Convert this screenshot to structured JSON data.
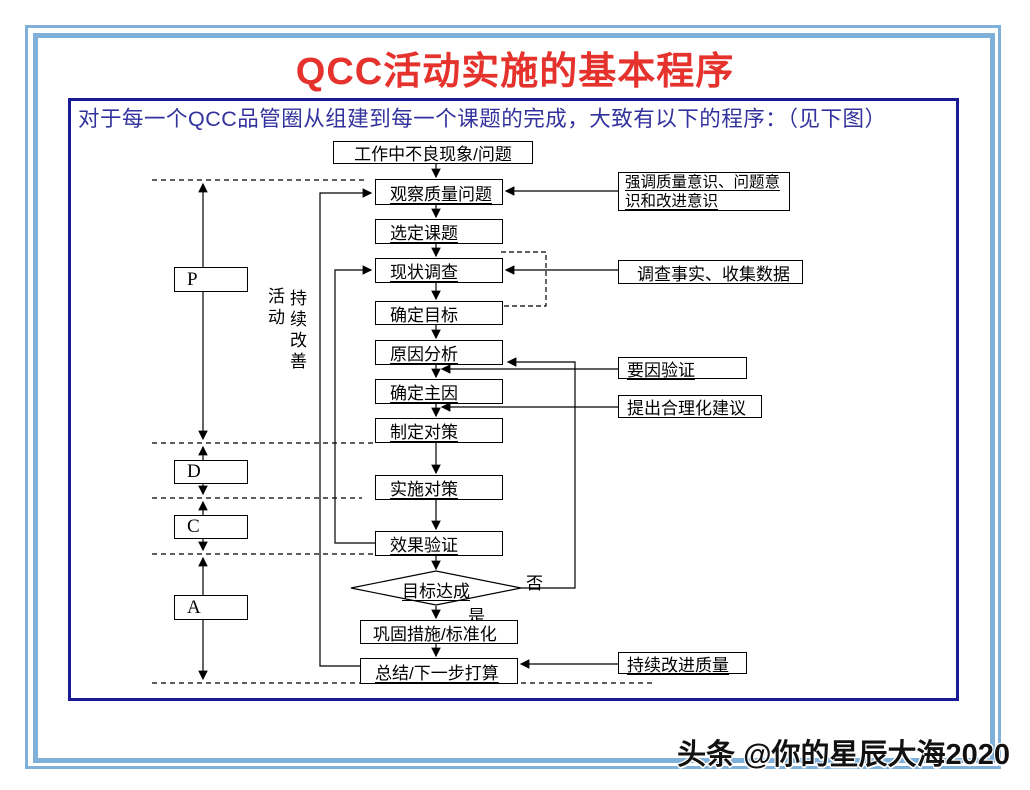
{
  "slide": {
    "title": "QCC活动实施的基本程序",
    "intro": "对于每一个QCC品管圈从组建到每一个课题的完成，大致有以下的程序：（见下图）",
    "watermark": "头条 @你的星辰大海2020"
  },
  "flow": {
    "start": "工作中不良现象/问题",
    "steps": [
      "观察质量问题",
      "选定课题",
      "现状调查",
      "确定目标",
      "原因分析",
      "确定主因",
      "制定对策",
      "实施对策",
      "效果验证"
    ],
    "decision": {
      "label": "目标达成",
      "yes": "是",
      "no": "否"
    },
    "after": [
      "巩固措施/标准化",
      "总结/下一步打算"
    ],
    "notes": [
      "强调质量意识、问题意识和改进意识",
      "调查事实、收集数据",
      "要因验证",
      "提出合理化建议",
      "持续改进质量"
    ],
    "pdca": [
      "P",
      "D",
      "C",
      "A"
    ],
    "axis_labels": [
      "活动",
      "持续改善"
    ]
  },
  "colors": {
    "title_red": "#e5322d",
    "intro_blue": "#32329e",
    "frame_blue": "#7fb0da",
    "panel_navy": "#1a1a96",
    "line_black": "#000000"
  }
}
